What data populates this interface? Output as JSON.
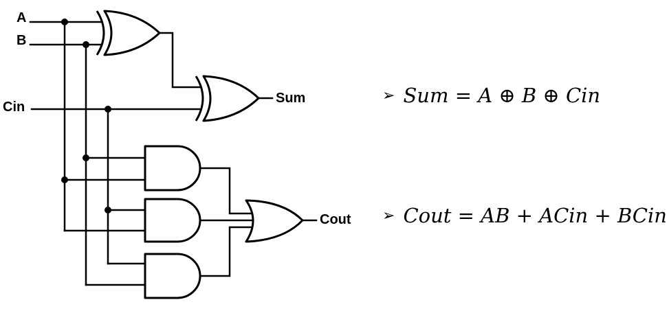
{
  "inputs": {
    "a": "A",
    "b": "B",
    "cin": "Cin"
  },
  "outputs": {
    "sum": "Sum",
    "cout": "Cout"
  },
  "equations": {
    "bullet": "➢",
    "sum": "Sum = A ⊕ B ⊕ Cin",
    "cout": "Cout = AB + ACin + BCin"
  }
}
